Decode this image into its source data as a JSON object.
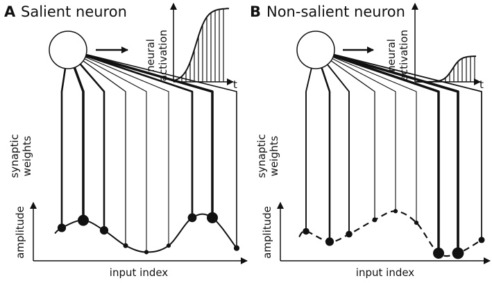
{
  "panels": [
    {
      "letter": "A",
      "title": "Salient neuron",
      "inset_ylabel_1": "neural",
      "inset_ylabel_2": "activation",
      "inset_xlabel": "t",
      "ylabel_top_1": "synaptic",
      "ylabel_top_2": "weights",
      "ylabel_bottom": "amplitude",
      "xlabel": "input index",
      "activation_level": 1.0,
      "weights": [
        0.55,
        0.85,
        0.55,
        0.15,
        0.1,
        0.1,
        0.6,
        0.85,
        0.25
      ],
      "amplitudes": [
        0.5,
        0.65,
        0.45,
        0.15,
        0.02,
        0.15,
        0.7,
        0.7,
        0.1
      ]
    },
    {
      "letter": "B",
      "title": "Non-salient neuron",
      "inset_ylabel_1": "neural",
      "inset_ylabel_2": "activation",
      "inset_xlabel": "t",
      "ylabel_top_1": "synaptic",
      "ylabel_top_2": "weights",
      "ylabel_bottom": "amplitude",
      "xlabel": "input index",
      "activation_level": 0.35,
      "weights": [
        0.35,
        0.55,
        0.35,
        0.15,
        0.1,
        0.1,
        0.85,
        0.9,
        0.3
      ],
      "amplitudes": [
        0.5,
        0.32,
        0.45,
        0.7,
        0.85,
        0.65,
        0.12,
        0.12,
        0.35
      ]
    }
  ]
}
